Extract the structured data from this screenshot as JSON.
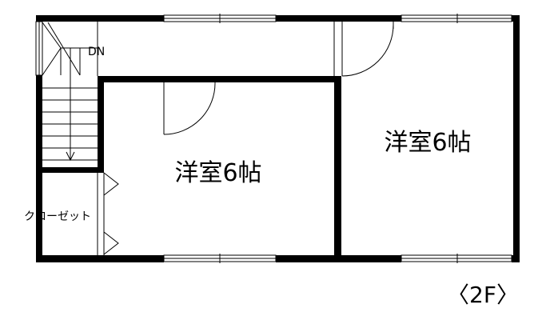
{
  "floor_label": "〈2F〉",
  "rooms": [
    {
      "name": "洋室6帖"
    },
    {
      "name": "洋室6帖"
    }
  ],
  "closet_label": "クローゼット",
  "stair_label": "DN",
  "colors": {
    "wall": "#000000",
    "background": "#ffffff",
    "line": "#000000"
  }
}
